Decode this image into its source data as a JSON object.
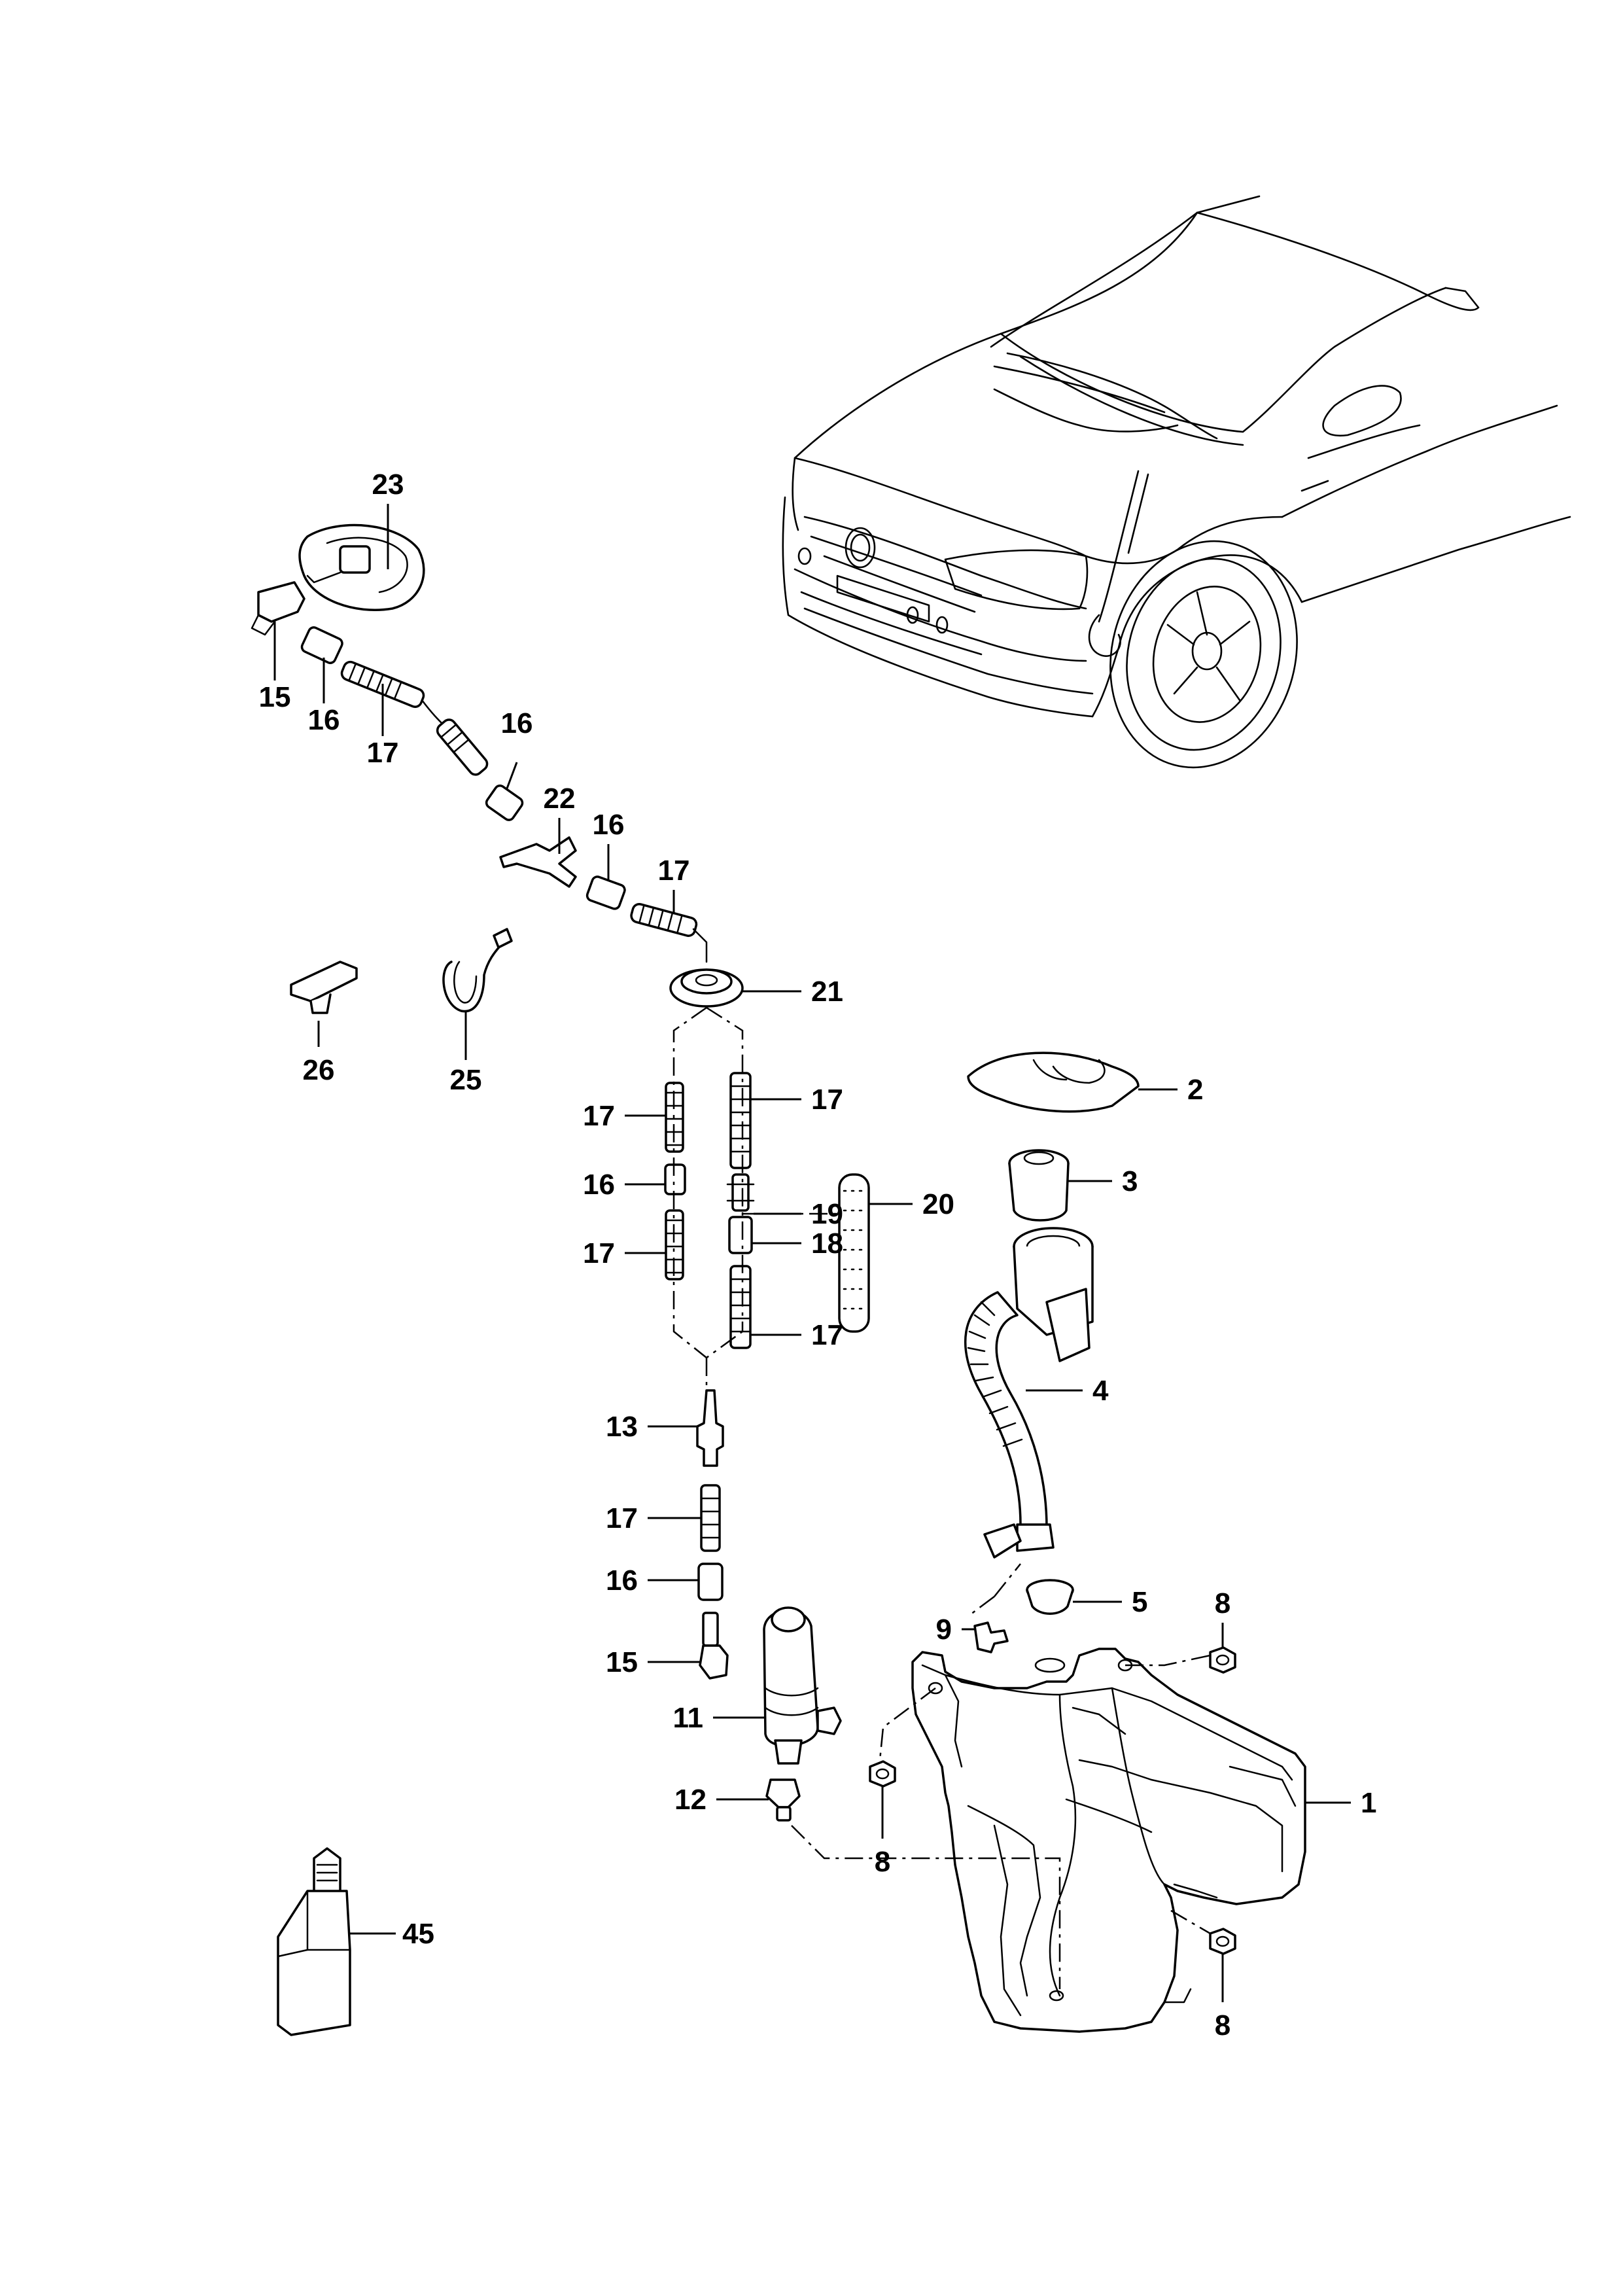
{
  "callouts": {
    "c1": "1",
    "c2": "2",
    "c3": "3",
    "c4": "4",
    "c5": "5",
    "c8a": "8",
    "c8b": "8",
    "c8c": "8",
    "c9": "9",
    "c11": "11",
    "c12": "12",
    "c13": "13",
    "c15a": "15",
    "c15b": "15",
    "c16a": "16",
    "c16b": "16",
    "c16c": "16",
    "c16d": "16",
    "c16e": "16",
    "c17a": "17",
    "c17b": "17",
    "c17c": "17",
    "c17d": "17",
    "c17e": "17",
    "c17f": "17",
    "c17g": "17",
    "c18": "18",
    "c19": "19",
    "c20": "20",
    "c21": "21",
    "c22": "22",
    "c23": "23",
    "c25": "25",
    "c26": "26",
    "c45": "45"
  }
}
